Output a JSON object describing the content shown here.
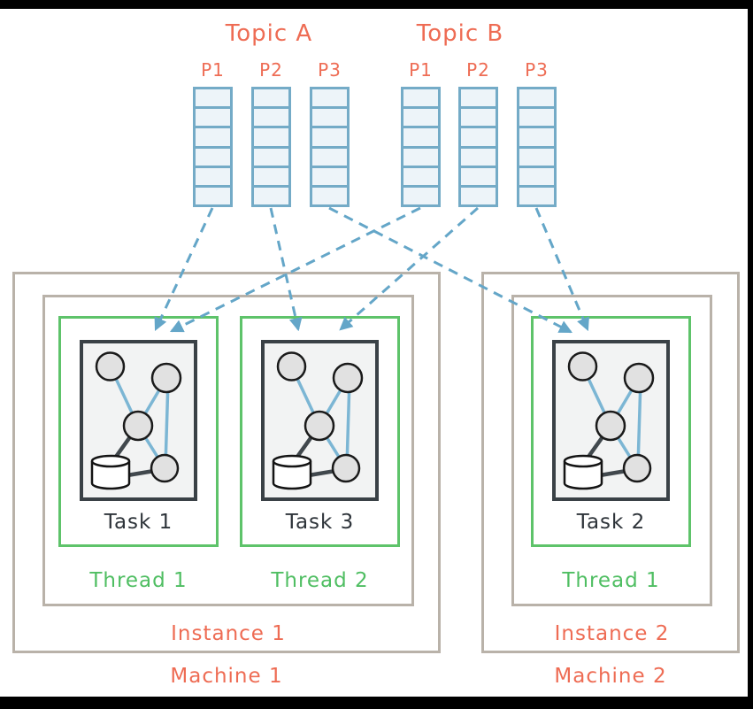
{
  "topics": [
    {
      "name": "Topic A",
      "partitions": [
        {
          "label": "P1"
        },
        {
          "label": "P2"
        },
        {
          "label": "P3"
        }
      ]
    },
    {
      "name": "Topic B",
      "partitions": [
        {
          "label": "P1"
        },
        {
          "label": "P2"
        },
        {
          "label": "P3"
        }
      ]
    }
  ],
  "cells_per_partition": 6,
  "machines": [
    {
      "name": "Machine 1",
      "instance": {
        "name": "Instance 1",
        "threads": [
          {
            "name": "Thread 1",
            "task": {
              "name": "Task 1"
            }
          },
          {
            "name": "Thread 2",
            "task": {
              "name": "Task 3"
            }
          }
        ]
      }
    },
    {
      "name": "Machine 2",
      "instance": {
        "name": "Instance 2",
        "threads": [
          {
            "name": "Thread 1",
            "task": {
              "name": "Task 2"
            }
          }
        ]
      }
    }
  ],
  "assignments": [
    {
      "from": "Topic A / P1",
      "to": "Task 1"
    },
    {
      "from": "Topic A / P2",
      "to": "Task 3"
    },
    {
      "from": "Topic A / P3",
      "to": "Task 2"
    },
    {
      "from": "Topic B / P1",
      "to": "Task 1"
    },
    {
      "from": "Topic B / P2",
      "to": "Task 3"
    },
    {
      "from": "Topic B / P3",
      "to": "Task 2"
    }
  ],
  "colors": {
    "partition_border": "#74abc7",
    "partition_fill": "#edf4f9",
    "arrow": "#64a6c8",
    "thread_border": "#5ec36a",
    "thread_text": "#4fbe62",
    "container_border": "#b9b2a9",
    "task_border": "#3a4146",
    "task_fill": "#f2f3f3",
    "accent_text": "#ee6c54",
    "task_text": "#2e343a"
  }
}
